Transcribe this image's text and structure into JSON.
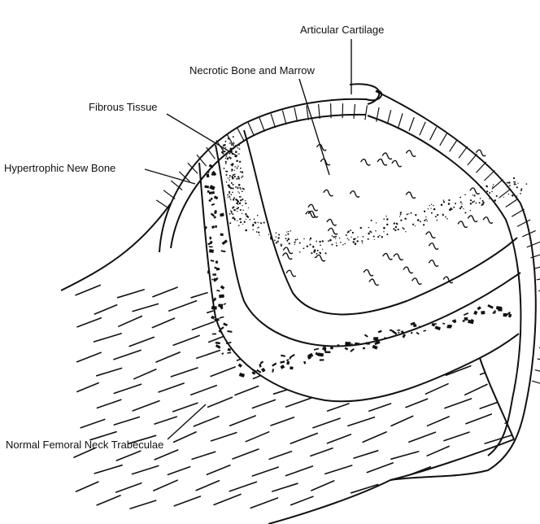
{
  "labels": {
    "articular_cartilage": "Articular Cartilage",
    "necrotic_bone": "Necrotic Bone and Marrow",
    "fibrous_tissue": "Fibrous Tissue",
    "hypertrophic_bone": "Hypertrophic New Bone",
    "normal_trabeculae": "Normal Femoral Neck Trabeculae"
  },
  "colors": {
    "ink": "#111111",
    "background": "#ffffff"
  }
}
